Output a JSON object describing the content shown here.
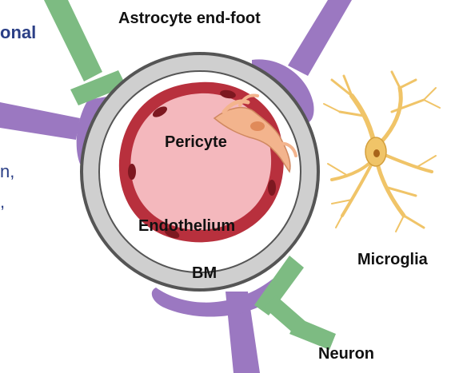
{
  "labels": {
    "astrocyte_endfoot": "Astrocyte end-foot",
    "pericyte": "Pericyte",
    "endothelium": "Endothelium",
    "bm": "BM",
    "microglia": "Microglia",
    "neuron": "Neuron"
  },
  "cropped_text": {
    "line1": "onal",
    "line2": "n,",
    "line3": ","
  },
  "colors": {
    "astrocyte": "#9b78c1",
    "neuron": "#7dbb82",
    "basement_membrane": "#cfcfcf",
    "vessel_wall": "#b8303d",
    "lumen": "#f4b8bd",
    "pericyte": "#f3b48d",
    "microglia": "#f0c468",
    "cropped_text": "#2b3f86"
  }
}
